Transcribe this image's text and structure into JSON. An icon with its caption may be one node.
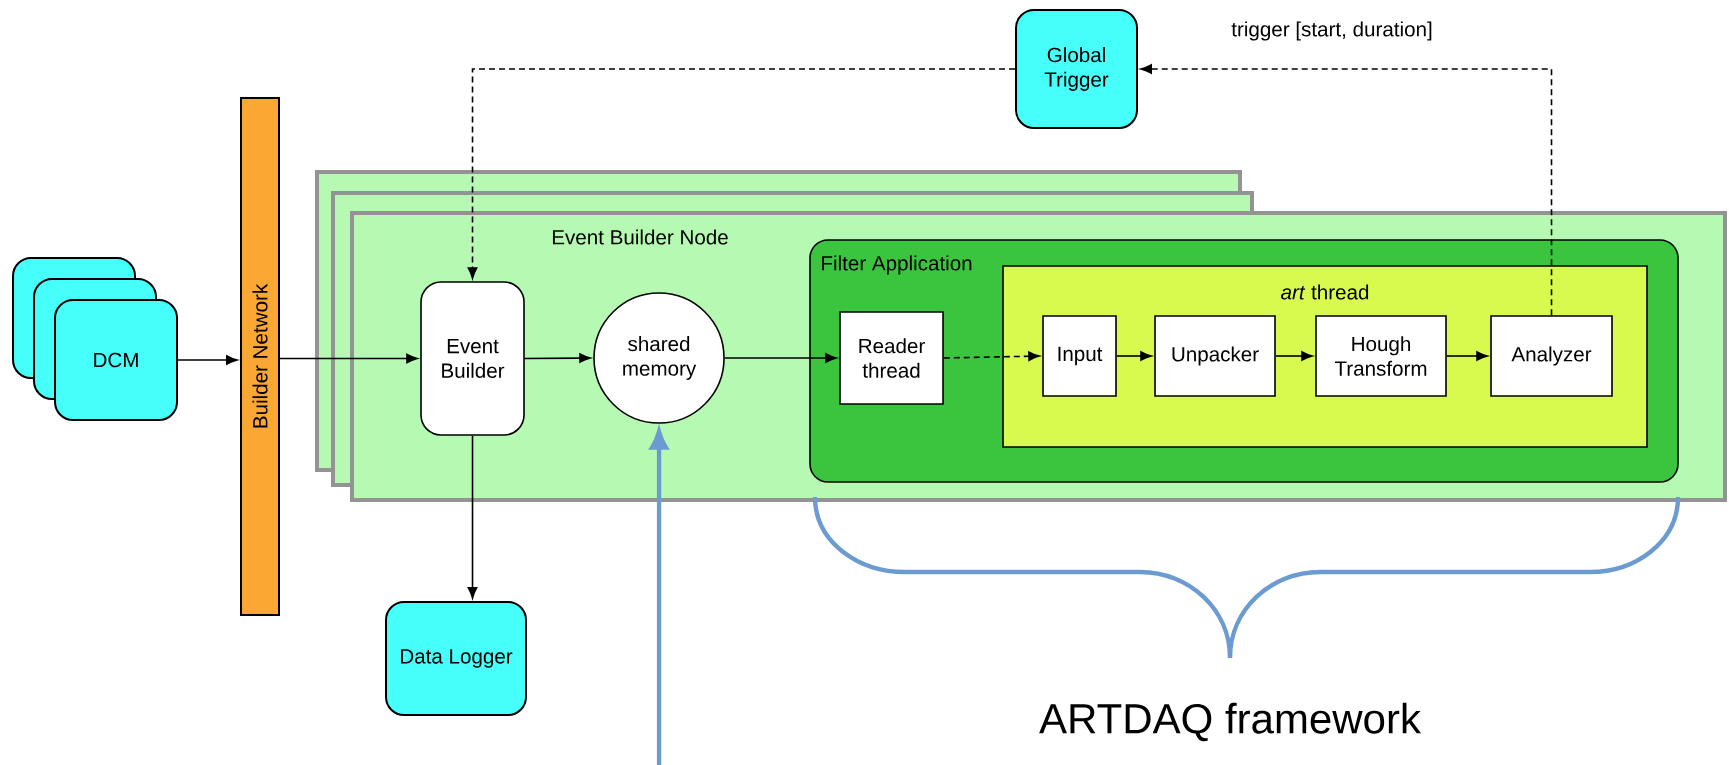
{
  "diagram": {
    "nodes": [
      {
        "text": [
          "DCM"
        ]
      },
      {
        "text": [
          "Builder Network"
        ]
      },
      {
        "text": [
          "Event Builder Node"
        ]
      },
      {
        "text": [
          "Event Builder"
        ],
        "in": 2
      },
      {
        "text": [
          "shared memory"
        ],
        "in": 2
      },
      {
        "text": [
          "Filter Application"
        ],
        "in": 2
      },
      {
        "text": [
          "Reader thread"
        ],
        "in": 5
      },
      {
        "text": [
          "*art* thread"
        ],
        "in": 5
      },
      {
        "text": [
          "Input"
        ],
        "in": 7
      },
      {
        "text": [
          "Unpacker"
        ],
        "in": 7
      },
      {
        "text": [
          "Hough Transform"
        ],
        "in": 7
      },
      {
        "text": [
          "Analyzer"
        ],
        "in": 7
      },
      {
        "text": [
          "Global Trigger"
        ]
      },
      {
        "text": [
          "Data Logger"
        ]
      }
    ],
    "edges": [
      {
        "from": 0,
        "to": 1,
        "arrow": "to"
      },
      {
        "from": 1,
        "to": 3,
        "arrow": "to"
      },
      {
        "from": 3,
        "to": 4,
        "arrow": "to"
      },
      {
        "from": 4,
        "to": 6,
        "arrow": "to"
      },
      {
        "from": 6,
        "to": 8,
        "arrow": "to",
        "style": "dashed"
      },
      {
        "from": 8,
        "to": 9,
        "arrow": "to"
      },
      {
        "from": 9,
        "to": 10,
        "arrow": "to"
      },
      {
        "from": 10,
        "to": 11,
        "arrow": "to"
      },
      {
        "from": 11,
        "to": 12,
        "arrow": "to",
        "style": "dashed",
        "label": "trigger [start, duration]"
      },
      {
        "from": 12,
        "to": 3,
        "arrow": "to",
        "style": "dashed"
      },
      {
        "from": 3,
        "to": 13,
        "arrow": "to"
      },
      {
        "from": null,
        "to": 4,
        "arrow": "to",
        "style": "thick",
        "color": "#6b9bd1"
      }
    ],
    "labels": [
      "ARTDAQ framework"
    ]
  }
}
